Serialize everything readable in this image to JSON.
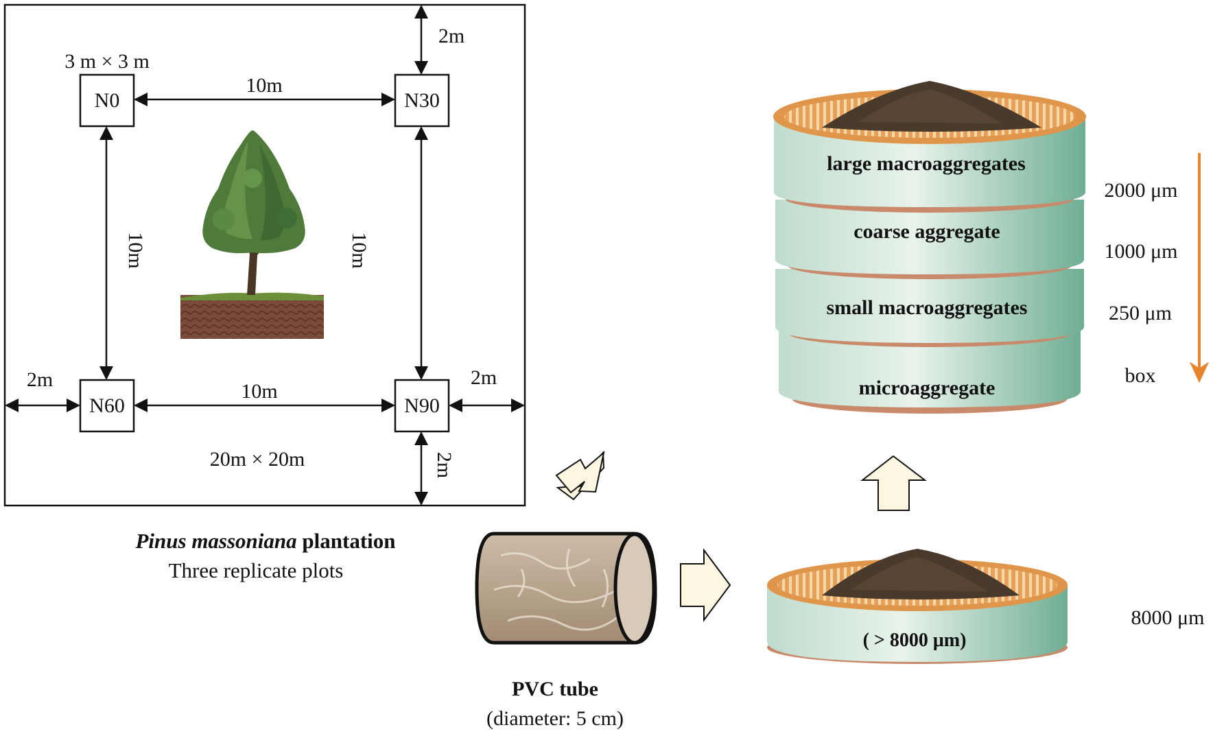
{
  "plot_layout": {
    "plot_size_label": "3 m × 3 m",
    "plot_names": [
      "N0",
      "N30",
      "N60",
      "N90"
    ],
    "spacing_top": "10m",
    "spacing_bottom": "10m",
    "spacing_left": "10m",
    "spacing_right": "10m",
    "margin_top": "2m",
    "margin_left": "2m",
    "margin_right": "2m",
    "margin_bottom": "2m",
    "stand_size_label": "20m × 20m"
  },
  "caption": {
    "species": "Pinus massoniana",
    "suffix": " plantation",
    "line2": "Three replicate plots"
  },
  "pvc_tube": {
    "title": "PVC tube",
    "subtitle": "(diameter: 5 cm)"
  },
  "single_sieve": {
    "label": "( > 8000 μm)",
    "mesh_label": "8000 μm"
  },
  "sieve_stack": {
    "layers": [
      "large macroaggregates",
      "coarse aggregate",
      "small macroaggregates",
      "microaggregate"
    ],
    "mesh_labels": [
      "2000 μm",
      "1000 μm",
      "250 μm",
      "box"
    ]
  },
  "colors": {
    "sieve_body": "#9cc9b4",
    "sieve_rim": "#e0964a",
    "sieve_base": "#c98a6c",
    "soil": "#4a3a2c",
    "flow_arrow_fill": "#fdf7e2",
    "stack_arrow": "#e8852c"
  }
}
